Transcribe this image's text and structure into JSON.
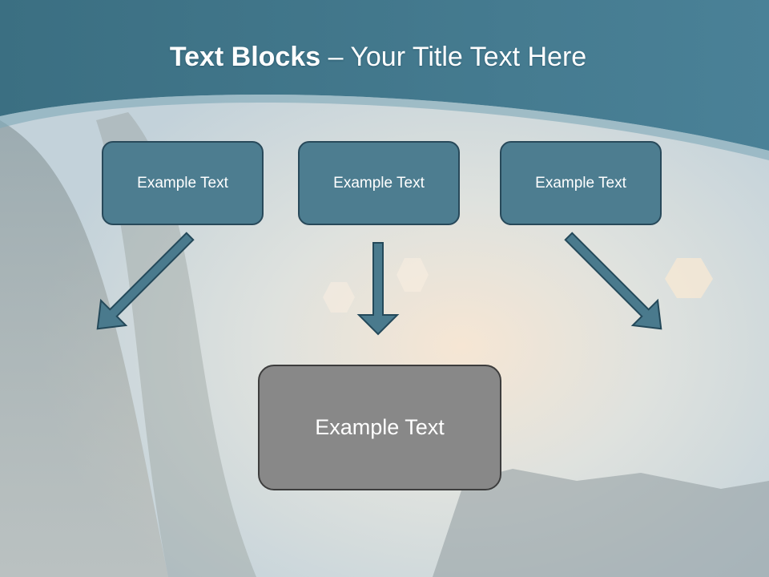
{
  "slide": {
    "title_bold": "Text Blocks",
    "title_dash": " – ",
    "title_rest": "Your Title Text Here"
  },
  "boxes": [
    {
      "label": "Example Text"
    },
    {
      "label": "Example Text"
    },
    {
      "label": "Example Text"
    }
  ],
  "result_box": {
    "label": "Example Text"
  },
  "colors": {
    "header": "#3e7285",
    "box_fill": "#4d7d90",
    "box_border": "#28495a",
    "arrow_fill": "#4a7a8d",
    "result_fill": "#888888",
    "result_border": "#3d3d3d"
  }
}
